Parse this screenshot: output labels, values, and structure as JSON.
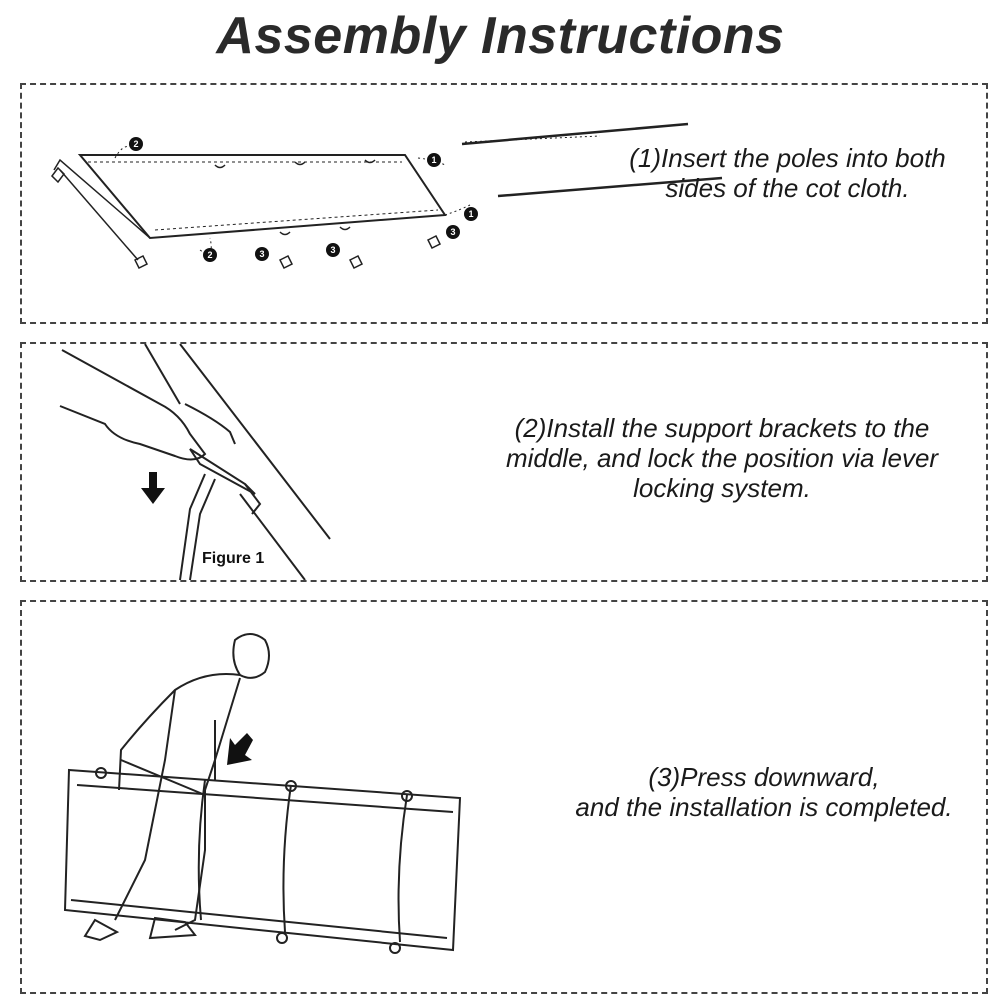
{
  "title": "Assembly Instructions",
  "steps": [
    {
      "text_line1": "(1)Insert the poles into both",
      "text_line2": "sides of the cot cloth."
    },
    {
      "text_line1": "(2)Install the support brackets to the",
      "text_line2": "middle, and lock the position via lever",
      "text_line3": "locking system."
    },
    {
      "text_line1": "(3)Press downward,",
      "text_line2": "and the installation is completed."
    }
  ],
  "figure_label": "Figure 1",
  "badges": {
    "one": "1",
    "two": "2",
    "three": "3"
  }
}
